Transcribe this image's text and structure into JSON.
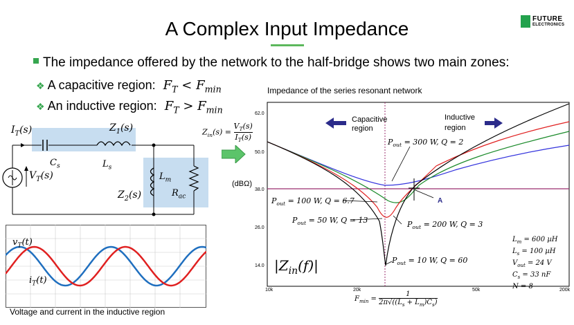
{
  "slide": {
    "title": "A Complex Input Impedance",
    "brand": {
      "line1": "FUTURE",
      "line2": "ELECTRONICS",
      "color": "#23a24d"
    },
    "main_bullet": "The impedance offered by the network to the half-bridge shows two main zones:",
    "sub_bullets": [
      {
        "text": "A capacitive region:",
        "formula": "F_T < F_min"
      },
      {
        "text": "An inductive region:",
        "formula": "F_T > F_min"
      }
    ],
    "circuit": {
      "labels": {
        "source_current": "I_T(s)",
        "source_voltage": "V_T(s)",
        "z1": "Z_1(s)",
        "z2": "Z_2(s)",
        "cs": "C_s",
        "ls": "L_s",
        "lm": "L_m",
        "rac": "R_ac"
      },
      "zin_formula": "Z_in(s) = V_T(s)/I_T(s)"
    },
    "unit_label": "(dBΩ)",
    "waveform": {
      "labels": {
        "voltage": "v_T(t)",
        "current": "i_T(t)"
      },
      "caption": "Voltage and current in the inductive region",
      "colors": {
        "voltage": "#1f6fbf",
        "current": "#e02020"
      }
    },
    "impedance_chart": {
      "title": "Impedance of the series resonant network",
      "y_ticks": [
        "62.0",
        "50.0",
        "38.0",
        "26.0",
        "14.0"
      ],
      "x_ticks": [
        "10k",
        "20k",
        "50k",
        "200k"
      ],
      "region_left": "Capacitive region",
      "region_right": "Inductive region",
      "zin_label": "|Z_in(f)|",
      "marker": "A",
      "fmin_formula": "F_min = 1 / (2π√((L_s + L_m)C_s))",
      "curve_labels": [
        "P_out = 300 W, Q = 2",
        "P_out = 100 W, Q = 6.7",
        "P_out = 50 W, Q = 13",
        "P_out = 200 W, Q = 3",
        "P_out = 10 W, Q = 60"
      ],
      "params": [
        "L_m = 600 µH",
        "L_s = 100 µH",
        "V_out = 24 V",
        "C_s = 33 nF",
        "N = 8"
      ],
      "colors": {
        "axis": "#9b2c6e",
        "black": "#000000",
        "blue": "#3333dd",
        "red": "#e02020",
        "green": "#1a8a2a",
        "arrow": "#2b2b8a"
      }
    }
  }
}
